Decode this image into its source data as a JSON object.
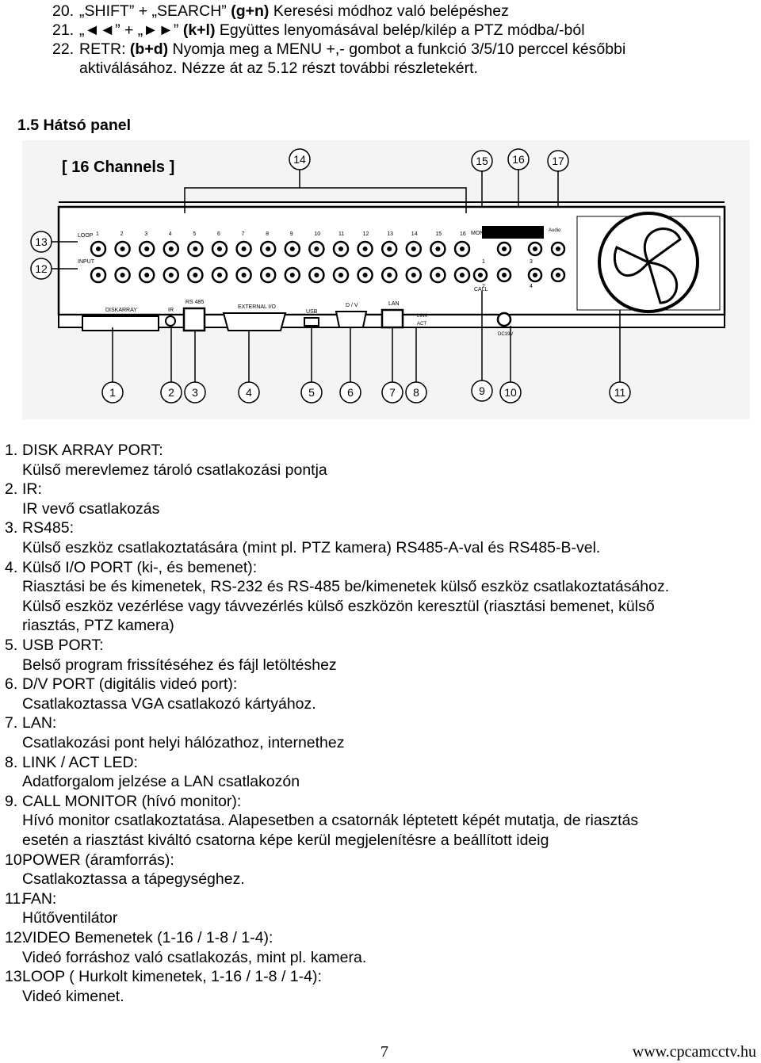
{
  "intro": [
    {
      "num": "20.",
      "text_a": "„SHIFT” + „SEARCH” ",
      "bold": "(g+n)",
      "text_b": " Keresési módhoz való belépéshez"
    },
    {
      "num": "21.",
      "text_a": "„◄◄” + „►►” ",
      "bold": "(k+l)",
      "text_b": " Együttes lenyomásával belép/kilép a PTZ módba/-ból"
    },
    {
      "num": "22.",
      "text_a": "RETR: ",
      "bold": "(b+d)",
      "text_b": " Nyomja meg a MENU +,- gombot a funkció 3/5/10 perccel későbbi"
    },
    {
      "num": "",
      "text_a": "aktiválásához. Nézze át az 5.12 részt további részletekért.",
      "bold": "",
      "text_b": ""
    }
  ],
  "heading": "1.5 Hátsó panel",
  "diagram": {
    "channels_label": "[  16 Channels  ]",
    "callouts": [
      "1",
      "2",
      "3",
      "4",
      "5",
      "6",
      "7",
      "8",
      "9",
      "10",
      "11",
      "12",
      "13",
      "14",
      "15",
      "16",
      "17"
    ],
    "channel_numbers": [
      "1",
      "2",
      "3",
      "4",
      "5",
      "6",
      "7",
      "8",
      "9",
      "10",
      "11",
      "12",
      "13",
      "14",
      "15",
      "16"
    ],
    "port_labels": {
      "loop": "LOOP",
      "input": "INPUT",
      "monitor": "MONITOR",
      "audio": "Audio",
      "disk_array": "DISKARRAY",
      "ir": "IR",
      "rs485": "RS 485",
      "external_io": "EXTERNAL I/O",
      "usb": "USB",
      "dv": "D / V",
      "lan": "LAN",
      "link": "LINK",
      "act": "ACT",
      "call": "CALL",
      "dc": "DC19V",
      "mon_1": "1",
      "mon_2": "2",
      "mon_3": "3",
      "mon_4": "4"
    }
  },
  "items": [
    {
      "num": "1.",
      "title": "DISK ARRAY PORT:",
      "desc": [
        "Külső merevlemez tároló csatlakozási pontja"
      ]
    },
    {
      "num": "2.",
      "title": "IR:",
      "desc": [
        "IR vevő csatlakozás"
      ]
    },
    {
      "num": "3.",
      "title": "RS485:",
      "desc": [
        "Külső eszköz csatlakoztatására (mint pl. PTZ kamera) RS485-A-val és RS485-B-vel."
      ]
    },
    {
      "num": "4.",
      "title": "Külső I/O PORT (ki-, és bemenet):",
      "desc": [
        "Riasztási be és kimenetek, RS-232 és RS-485 be/kimenetek külső eszköz csatlakoztatásához.",
        "Külső eszköz vezérlése vagy távvezérlés külső eszközön keresztül (riasztási bemenet, külső",
        "riasztás, PTZ kamera)"
      ]
    },
    {
      "num": "5.",
      "title": "USB PORT:",
      "desc": [
        "Belső program frissítéséhez és fájl letöltéshez"
      ]
    },
    {
      "num": "6.",
      "title": "D/V PORT (digitális videó port):",
      "desc": [
        "Csatlakoztassa VGA csatlakozó kártyához."
      ]
    },
    {
      "num": "7.",
      "title": "LAN:",
      "desc": [
        "Csatlakozási pont helyi hálózathoz, internethez"
      ]
    },
    {
      "num": "8.",
      "title": "LINK / ACT LED:",
      "desc": [
        "Adatforgalom jelzése a LAN csatlakozón"
      ]
    },
    {
      "num": "9.",
      "title": "CALL MONITOR (hívó monitor):",
      "desc": [
        "Hívó monitor csatlakoztatása. Alapesetben a csatornák léptetett képét mutatja, de riasztás",
        "esetén a riasztást kiváltó csatorna képe kerül megjelenítésre a beállított ideig"
      ]
    },
    {
      "num": "10.",
      "title": "POWER (áramforrás):",
      "desc": [
        "Csatlakoztassa a tápegységhez."
      ]
    },
    {
      "num": "11.",
      "title": "FAN:",
      "desc": [
        "Hűtőventilátor"
      ]
    },
    {
      "num": "12.",
      "title": "VIDEO Bemenetek (1-16 / 1-8 / 1-4):",
      "desc": [
        "Videó forráshoz való csatlakozás, mint pl. kamera."
      ]
    },
    {
      "num": "13.",
      "title": "LOOP ( Hurkolt kimenetek, 1-16 / 1-8 / 1-4):",
      "desc": [
        "Videó kimenet."
      ]
    }
  ],
  "footer": {
    "page": "7",
    "url": "www.cpcamcctv.hu"
  }
}
